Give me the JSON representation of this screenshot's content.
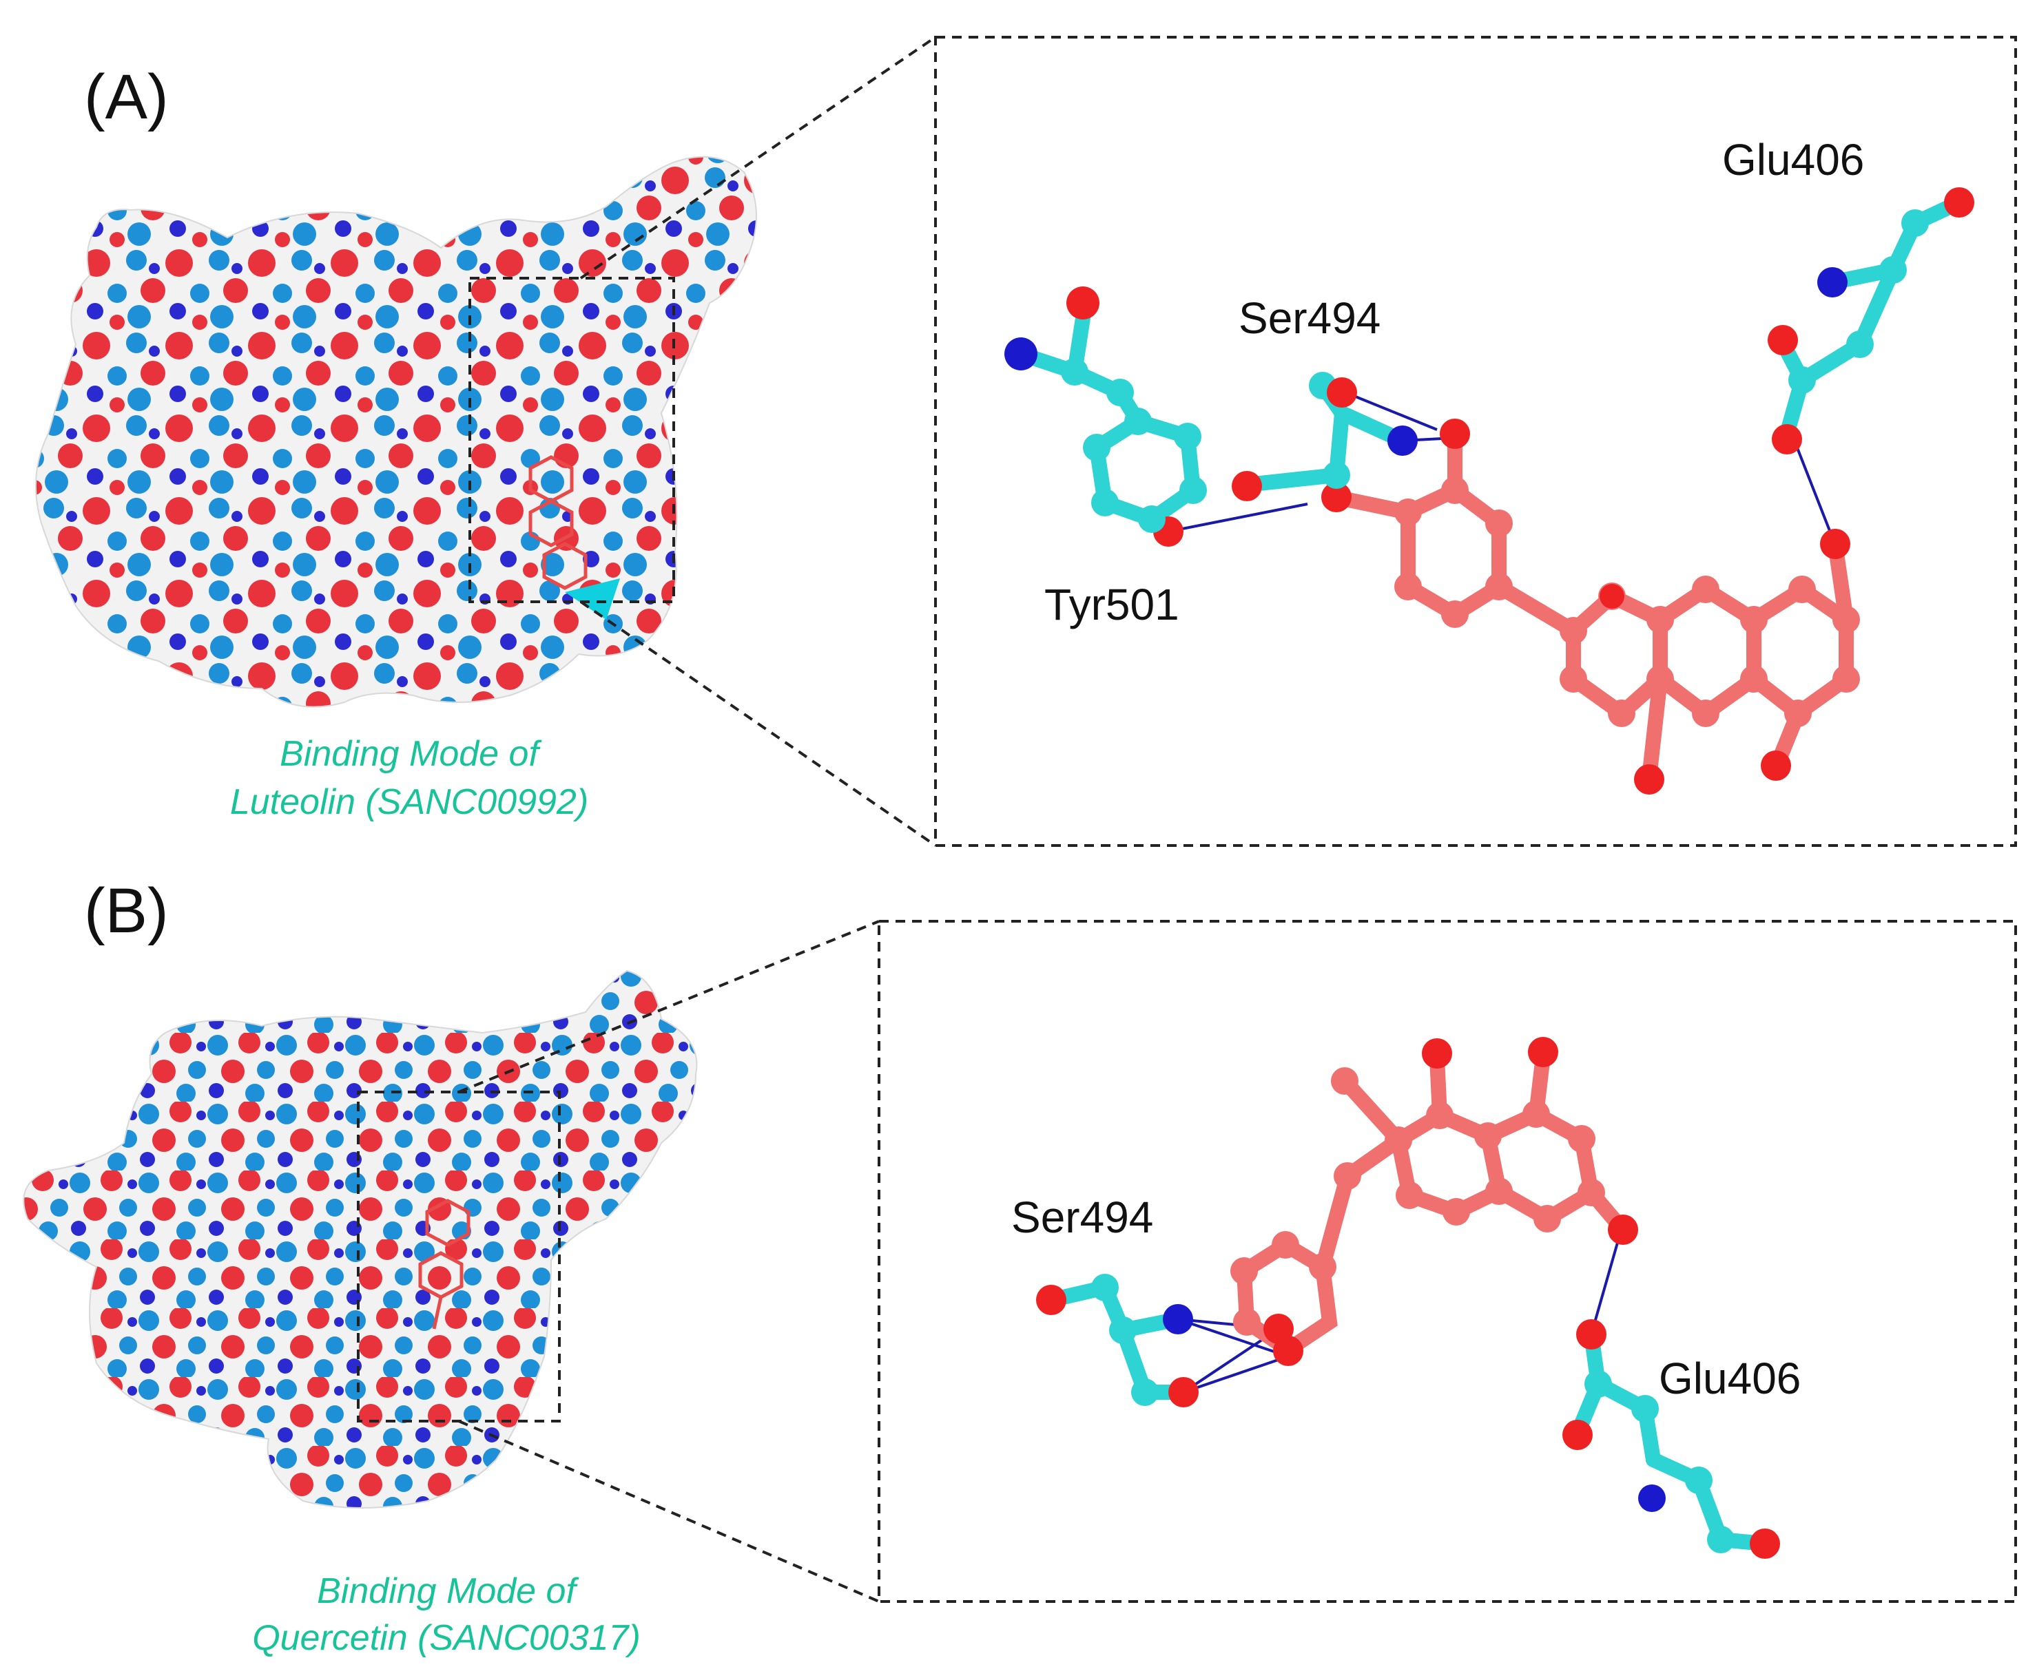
{
  "colors": {
    "caption": "#19c39a",
    "ligand": "#f07070",
    "residue": "#2ed3d3",
    "nitrogen": "#1a1acc",
    "oxygen": "#ee2222",
    "hbond": "#1a1aaa",
    "surface_red": "#e8323c",
    "surface_blue": "#1e90d8",
    "surface_white": "#f2f2f2"
  },
  "panel_a": {
    "label": "(A)",
    "caption_line1": "Binding Mode of",
    "caption_line2": "Luteolin (SANC00992)",
    "residues": {
      "glu": "Glu406",
      "ser": "Ser494",
      "tyr": "Tyr501"
    }
  },
  "panel_b": {
    "label": "(B)",
    "caption_line1": "Binding Mode of",
    "caption_line2": "Quercetin (SANC00317)",
    "residues": {
      "ser": "Ser494",
      "glu": "Glu406"
    }
  }
}
